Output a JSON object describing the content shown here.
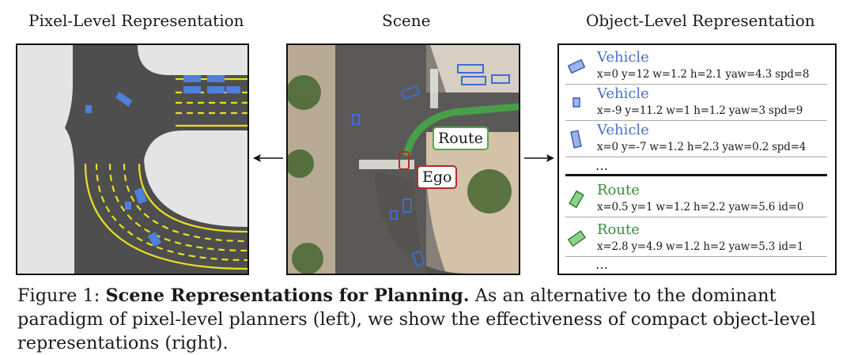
{
  "titles": {
    "pixel": "Pixel-Level Representation",
    "scene": "Scene",
    "object": "Object-Level Representation"
  },
  "scene_labels": {
    "route": "Route",
    "ego": "Ego"
  },
  "vehicles": [
    {
      "type": "Vehicle",
      "attrs": "x=0 y=12 w=1.2 h=2.1 yaw=4.3 spd=8"
    },
    {
      "type": "Vehicle",
      "attrs": "x=-9 y=11.2 w=1 h=1.2 yaw=3 spd=9"
    },
    {
      "type": "Vehicle",
      "attrs": "x=0 y=-7 w=1.2 h=2.3 yaw=0.2 spd=4"
    }
  ],
  "routes": [
    {
      "type": "Route",
      "attrs": "x=0.5 y=1 w=1.2 h=2.2 yaw=5.6 id=0"
    },
    {
      "type": "Route",
      "attrs": "x=2.8 y=4.9 w=1.2 h=2 yaw=5.3 id=1"
    }
  ],
  "ellipsis": "…",
  "caption": {
    "prefix": "Figure 1: ",
    "bold": "Scene Representations for Planning.",
    "rest": " As an alternative to the dominant paradigm of pixel-level planners (left), we show the effectiveness of compact object-level representations (right)."
  },
  "colors": {
    "vehicle": "#4a6fc4",
    "route": "#3f8a3f",
    "ego": "#b52a2a",
    "lane_line": "#e8e020",
    "road": "#4e4e4e",
    "background": "#e4e4e4"
  }
}
